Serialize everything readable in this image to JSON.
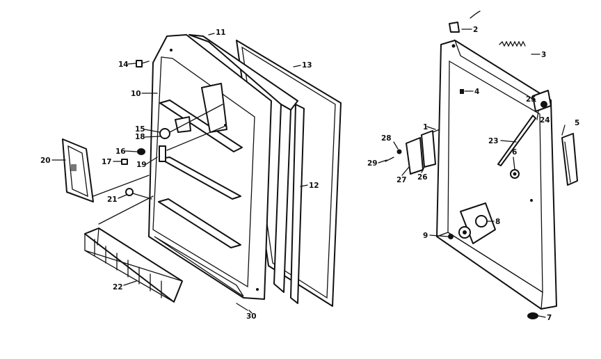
{
  "parts": [
    {
      "id": "p2",
      "label": "2"
    },
    {
      "id": "p3",
      "label": "3"
    },
    {
      "id": "p4",
      "label": "4"
    },
    {
      "id": "p5",
      "label": "5"
    },
    {
      "id": "p6",
      "label": "6"
    },
    {
      "id": "p7",
      "label": "7"
    },
    {
      "id": "p8",
      "label": "8"
    },
    {
      "id": "p9",
      "label": "9"
    },
    {
      "id": "p1",
      "label": "1"
    },
    {
      "id": "p10",
      "label": "10"
    },
    {
      "id": "p11",
      "label": "11"
    },
    {
      "id": "p12",
      "label": "12"
    },
    {
      "id": "p13",
      "label": "13"
    },
    {
      "id": "p14",
      "label": "14"
    },
    {
      "id": "p15",
      "label": "15"
    },
    {
      "id": "p16",
      "label": "16"
    },
    {
      "id": "p17",
      "label": "17"
    },
    {
      "id": "p18",
      "label": "18"
    },
    {
      "id": "p19",
      "label": "19"
    },
    {
      "id": "p20",
      "label": "20"
    },
    {
      "id": "p21",
      "label": "21"
    },
    {
      "id": "p22",
      "label": "22"
    },
    {
      "id": "p23",
      "label": "23"
    },
    {
      "id": "p24",
      "label": "24"
    },
    {
      "id": "p25",
      "label": "25"
    },
    {
      "id": "p26",
      "label": "26"
    },
    {
      "id": "p27",
      "label": "27"
    },
    {
      "id": "p28",
      "label": "28"
    },
    {
      "id": "p29",
      "label": "29"
    },
    {
      "id": "p30",
      "label": "30"
    }
  ]
}
